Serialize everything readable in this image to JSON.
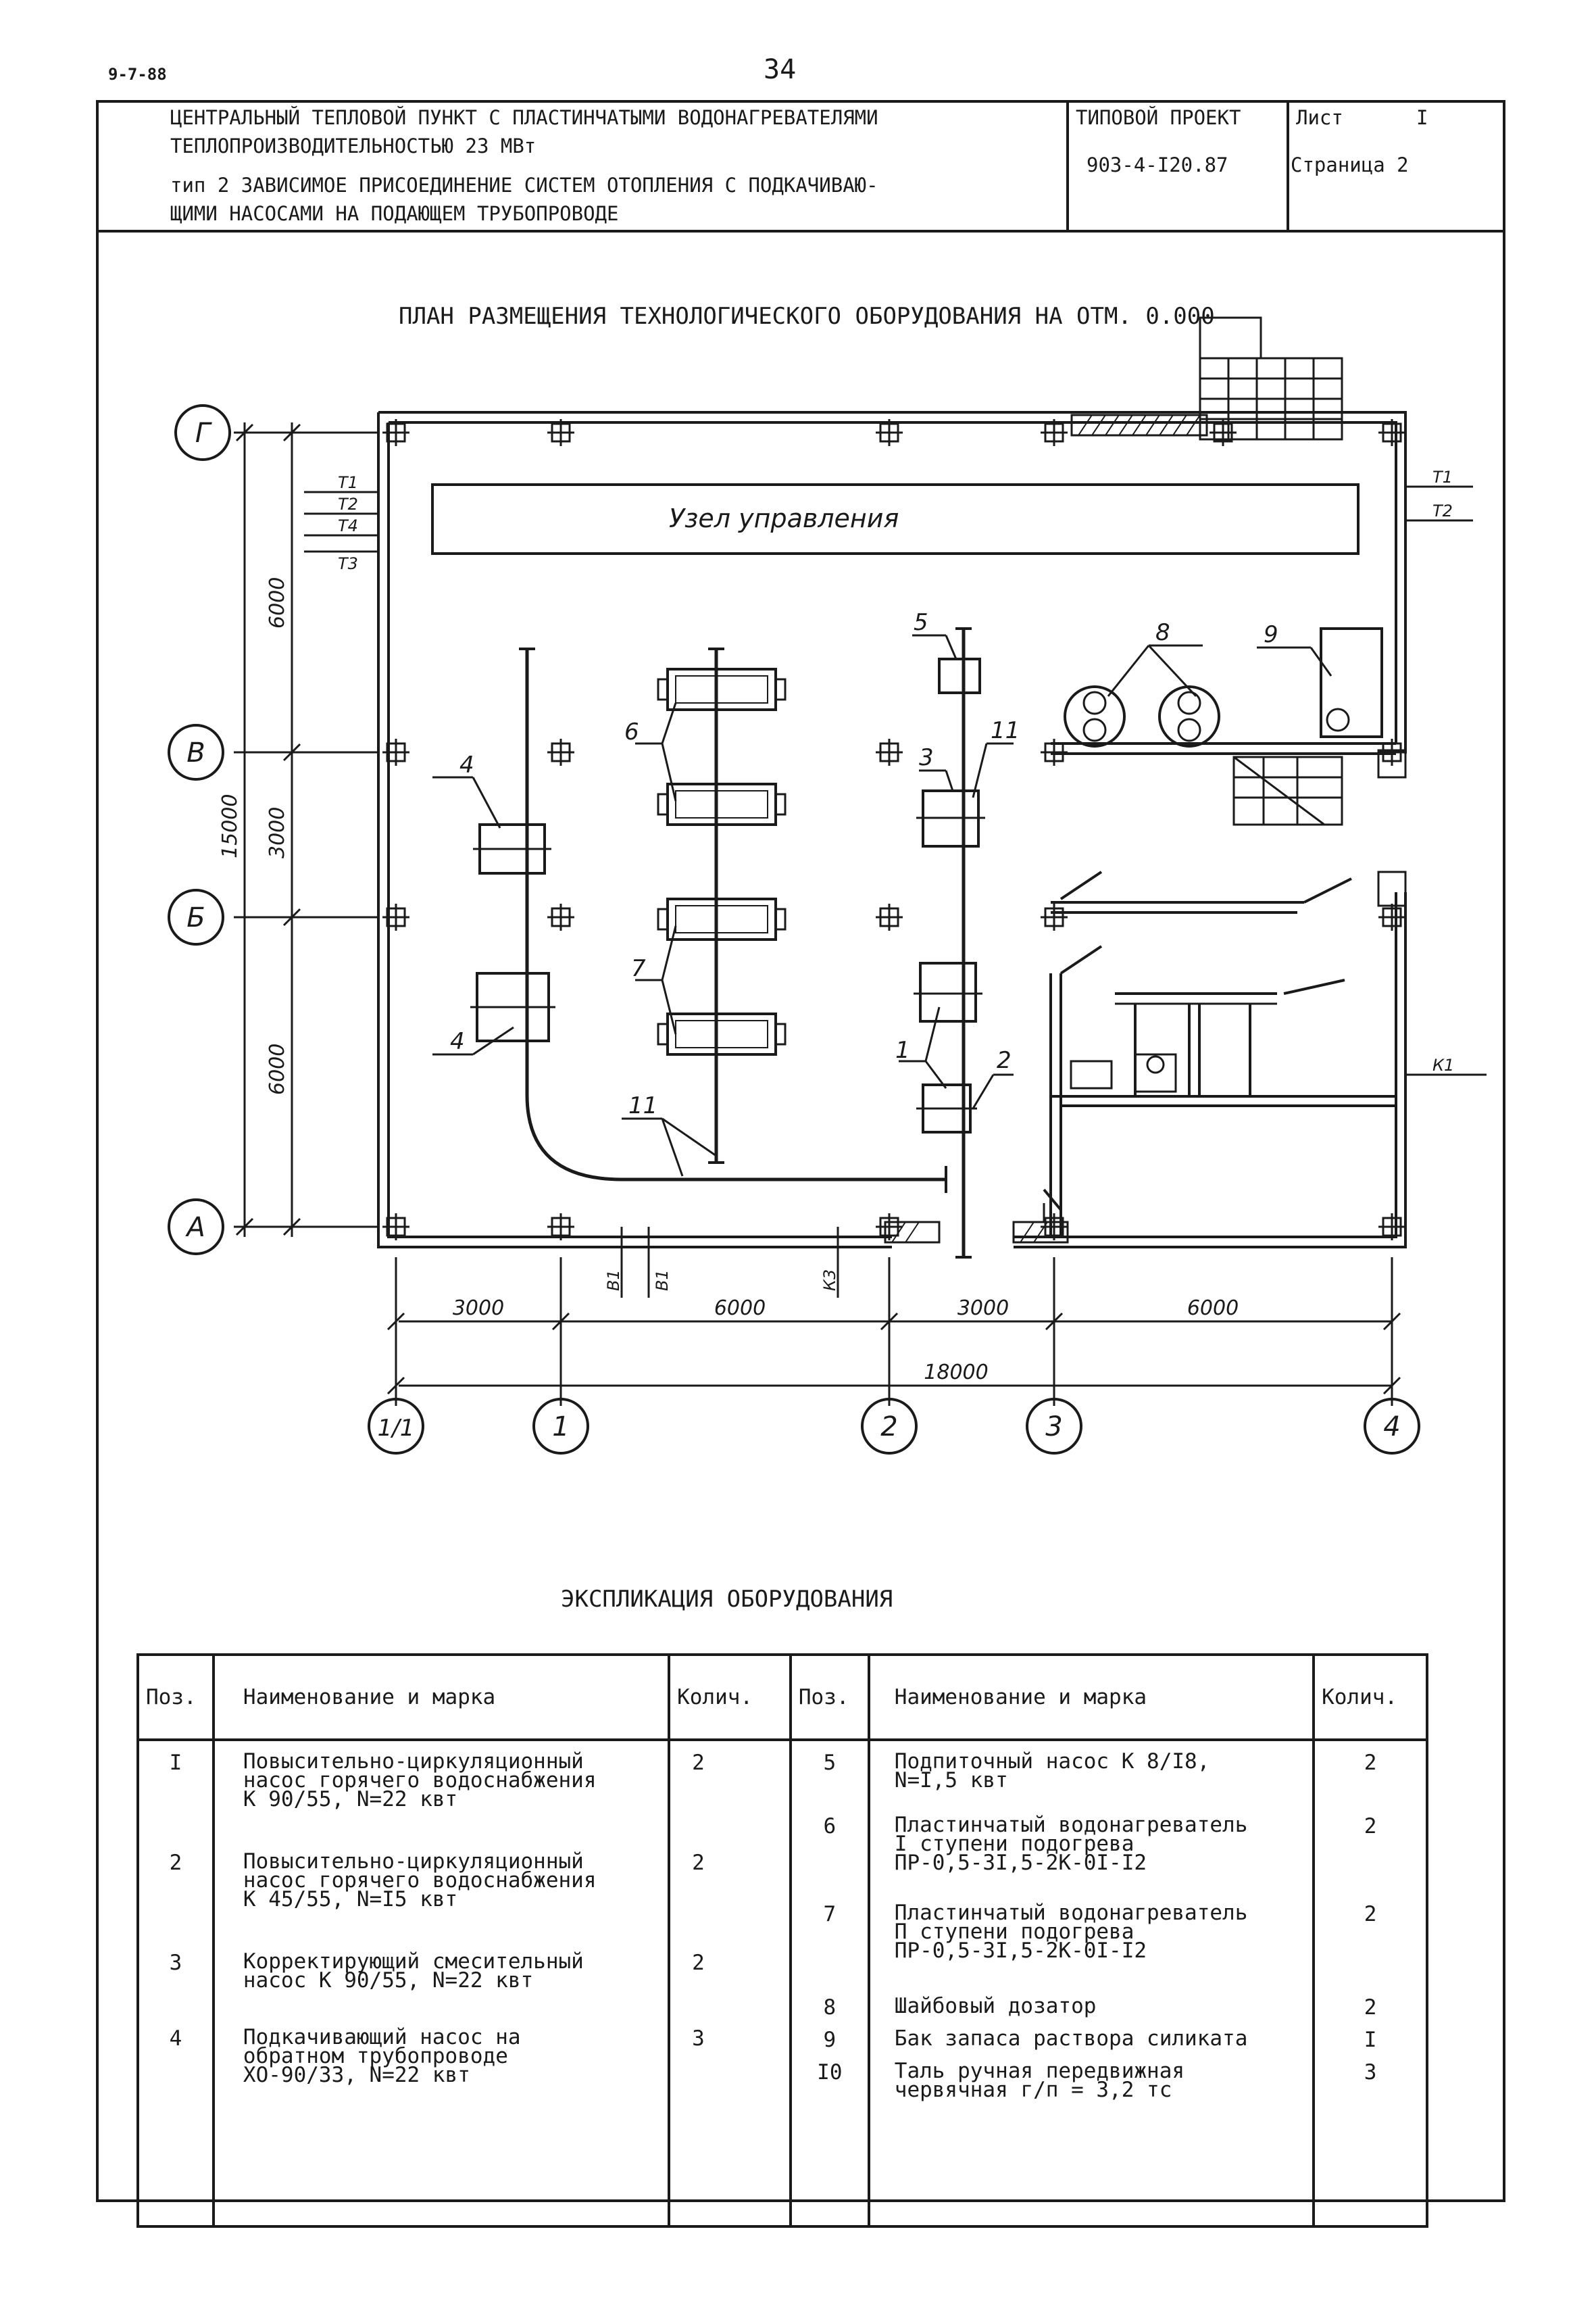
{
  "doc_code": "9-7-88",
  "page_number": "34",
  "title_block": {
    "lines": [
      "ЦЕНТРАЛЬНЫЙ ТЕПЛОВОЙ ПУНКТ С ПЛАСТИНЧАТЫМИ ВОДОНАГРЕВАТЕЛЯМИ",
      "ТЕПЛОПРОИЗВОДИТЕЛЬНОСТЬЮ 23 МВт",
      "тип 2 ЗАВИСИМОЕ ПРИСОЕДИНЕНИЕ СИСТЕМ ОТОПЛЕНИЯ С ПОДКАЧИВАЮ-",
      "ЩИМИ НАСОСАМИ НА ПОДАЮЩЕМ ТРУБОПРОВОДЕ"
    ],
    "project_label": "ТИПОВОЙ ПРОЕКТ",
    "project_code": "903-4-I20.87",
    "sheet_label": "Лист",
    "sheet_value": "I",
    "page_label": "Страница 2"
  },
  "plan": {
    "title": "ПЛАН РАЗМЕЩЕНИЯ ТЕХНОЛОГИЧЕСКОГО ОБОРУДОВАНИЯ НА ОТМ. 0.000",
    "control_unit": "Узел управления",
    "row_axes": [
      "Г",
      "В",
      "Б",
      "А"
    ],
    "col_axes": [
      "1/1",
      "1",
      "2",
      "3",
      "4"
    ],
    "left_dims": [
      "6000",
      "3000",
      "6000"
    ],
    "left_total": "15000",
    "bottom_dims": [
      "3000",
      "6000",
      "3000",
      "6000"
    ],
    "bottom_total": "18000",
    "left_pipes": [
      "Т1",
      "Т2",
      "Т4",
      "Т3"
    ],
    "right_pipes": [
      "Т1",
      "Т2"
    ],
    "bottom_pipes": [
      "В1",
      "В1",
      "К3"
    ],
    "right_bottom_pipe": "К1",
    "labels": [
      "1",
      "2",
      "3",
      "4",
      "4",
      "5",
      "6",
      "7",
      "8",
      "9",
      "11",
      "11"
    ]
  },
  "explication": {
    "title": "ЭКСПЛИКАЦИЯ ОБОРУДОВАНИЯ",
    "headers": [
      "Поз.",
      "Наименование и марка",
      "Колич.",
      "Поз.",
      "Наименование и марка",
      "Колич."
    ],
    "left": [
      {
        "pos": "I",
        "name": "Повысительно-циркуляционный\nнасос горячего водоснабжения\nК 90/55,  N=22 квт",
        "qty": "2"
      },
      {
        "pos": "2",
        "name": "Повысительно-циркуляционный\nнасос горячего водоснабжения\nК 45/55,  N=I5 квт",
        "qty": "2"
      },
      {
        "pos": "3",
        "name": "Корректирующий смесительный\nнасос К 90/55,  N=22 квт",
        "qty": "2"
      },
      {
        "pos": "4",
        "name": "Подкачивающий насос на\nобратном трубопроводе\nХО-90/33,  N=22 квт",
        "qty": "3"
      }
    ],
    "right": [
      {
        "pos": "5",
        "name": "Подпиточный насос К 8/I8,\nN=I,5 квт",
        "qty": "2"
      },
      {
        "pos": "6",
        "name": "Пластинчатый водонагреватель\nI ступени подогрева\nПР-0,5-3I,5-2К-0I-I2",
        "qty": "2"
      },
      {
        "pos": "7",
        "name": "Пластинчатый водонагреватель\nП ступени подогрева\nПР-0,5-3I,5-2К-0I-I2",
        "qty": "2"
      },
      {
        "pos": "8",
        "name": "Шайбовый дозатор",
        "qty": "2"
      },
      {
        "pos": "9",
        "name": "Бак запаса раствора силиката",
        "qty": "I"
      },
      {
        "pos": "I0",
        "name": "Таль ручная передвижная\nчервячная г/п = 3,2 тс",
        "qty": "3"
      }
    ]
  }
}
